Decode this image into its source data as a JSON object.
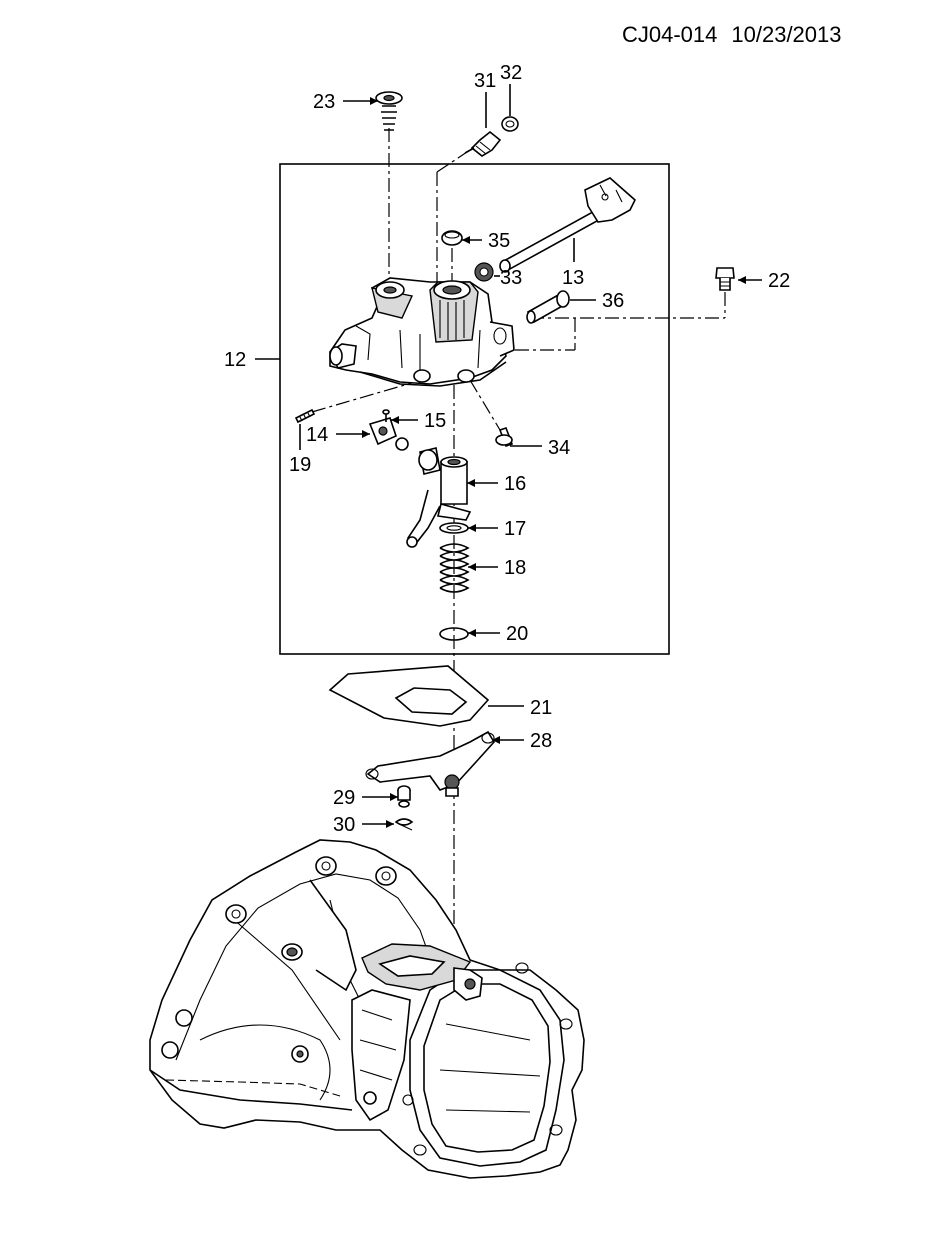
{
  "header": {
    "diagram_code": "CJ04-014",
    "date": "10/23/2013"
  },
  "callouts": [
    {
      "id": "c12",
      "label": "12"
    },
    {
      "id": "c13",
      "label": "13"
    },
    {
      "id": "c14",
      "label": "14"
    },
    {
      "id": "c15",
      "label": "15"
    },
    {
      "id": "c16",
      "label": "16"
    },
    {
      "id": "c17",
      "label": "17"
    },
    {
      "id": "c18",
      "label": "18"
    },
    {
      "id": "c19",
      "label": "19"
    },
    {
      "id": "c20",
      "label": "20"
    },
    {
      "id": "c21",
      "label": "21"
    },
    {
      "id": "c22",
      "label": "22"
    },
    {
      "id": "c23",
      "label": "23"
    },
    {
      "id": "c28",
      "label": "28"
    },
    {
      "id": "c29",
      "label": "29"
    },
    {
      "id": "c30",
      "label": "30"
    },
    {
      "id": "c31",
      "label": "31"
    },
    {
      "id": "c32",
      "label": "32"
    },
    {
      "id": "c33",
      "label": "33"
    },
    {
      "id": "c34",
      "label": "34"
    },
    {
      "id": "c35",
      "label": "35"
    },
    {
      "id": "c36",
      "label": "36"
    }
  ]
}
